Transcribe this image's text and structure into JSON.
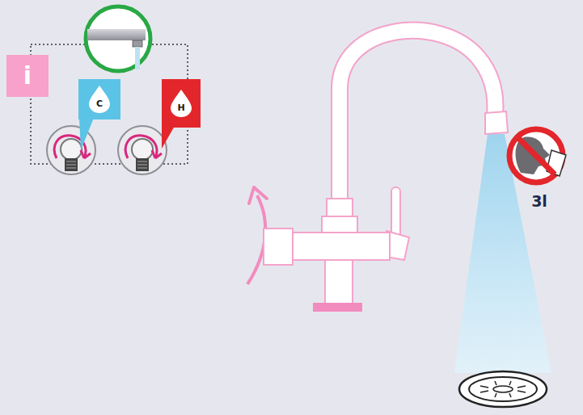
{
  "diagram": {
    "nodes": [
      {
        "text": [
          "i"
        ]
      },
      {
        "text": [
          "C"
        ]
      },
      {
        "text": [
          "H"
        ]
      }
    ],
    "labels": [
      "3l"
    ]
  }
}
